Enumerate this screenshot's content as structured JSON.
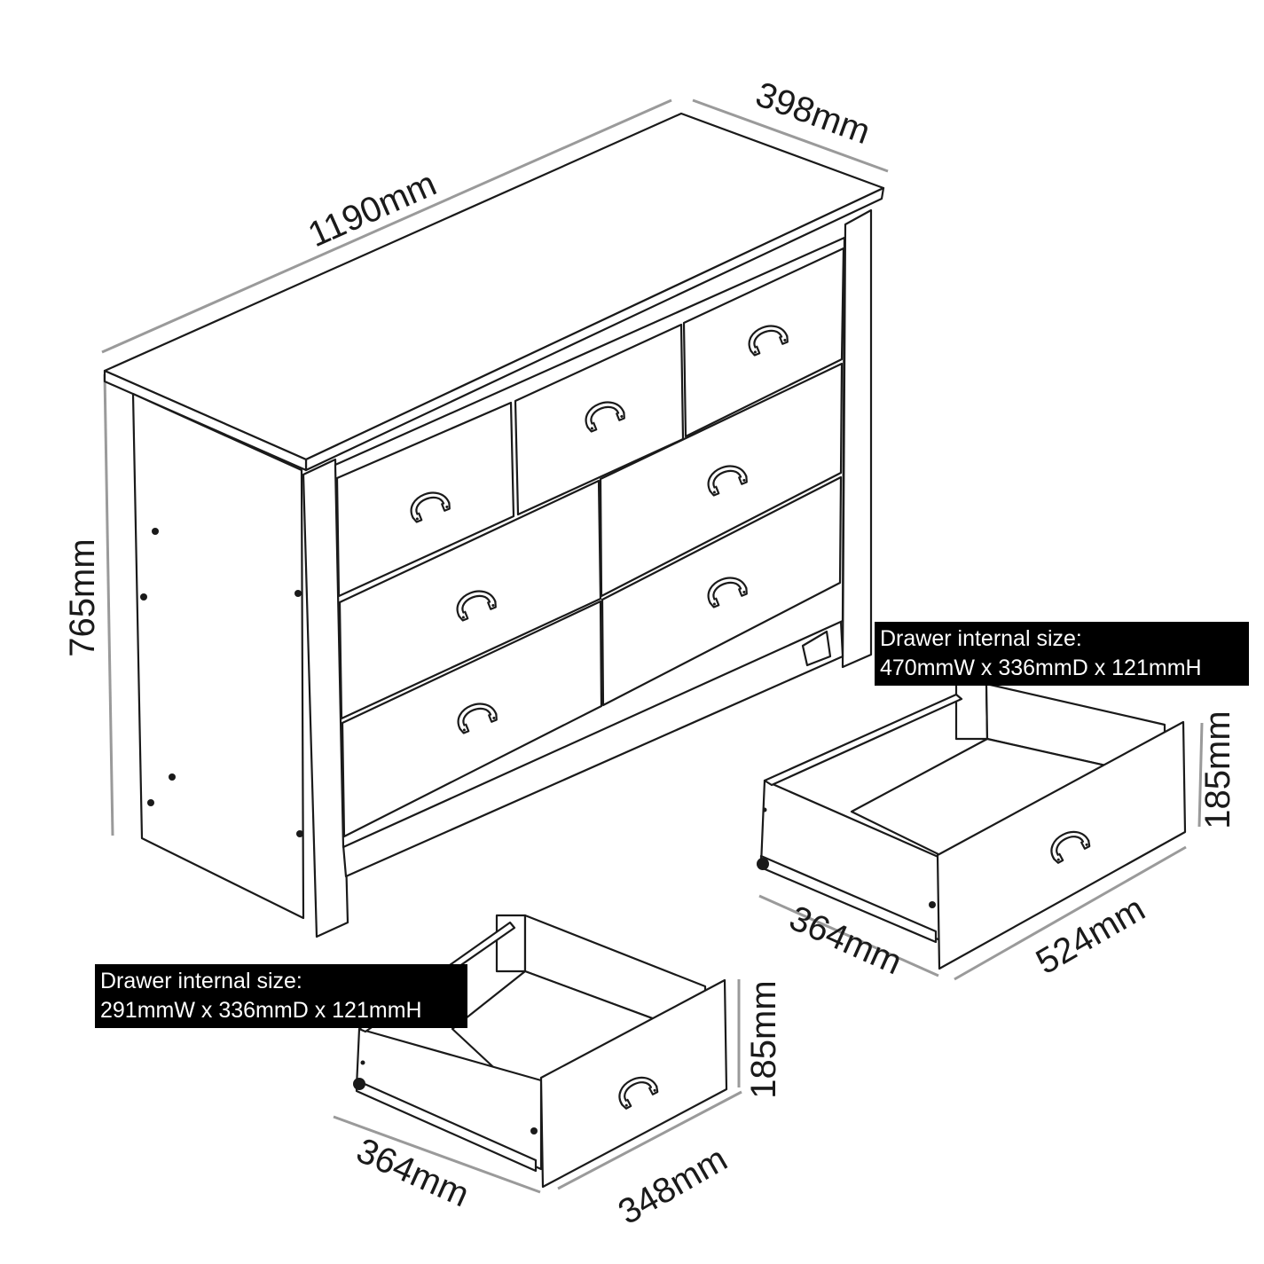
{
  "dimensions": {
    "overall_width": "1190mm",
    "overall_depth": "398mm",
    "overall_height": "765mm",
    "large_drawer_depth": "364mm",
    "large_drawer_width": "524mm",
    "large_drawer_height": "185mm",
    "small_drawer_depth": "364mm",
    "small_drawer_width": "348mm",
    "small_drawer_height": "185mm"
  },
  "labels": {
    "large_drawer": {
      "line1": "Drawer internal size:",
      "line2": "470mmW x 336mmD x 121mmH"
    },
    "small_drawer": {
      "line1": "Drawer internal size:",
      "line2": "291mmW x 336mmD x 121mmH"
    }
  },
  "colors": {
    "line": "#1a1a1a",
    "dimension": "#9a9a9a",
    "label_bg": "#000000",
    "label_text": "#ffffff"
  }
}
